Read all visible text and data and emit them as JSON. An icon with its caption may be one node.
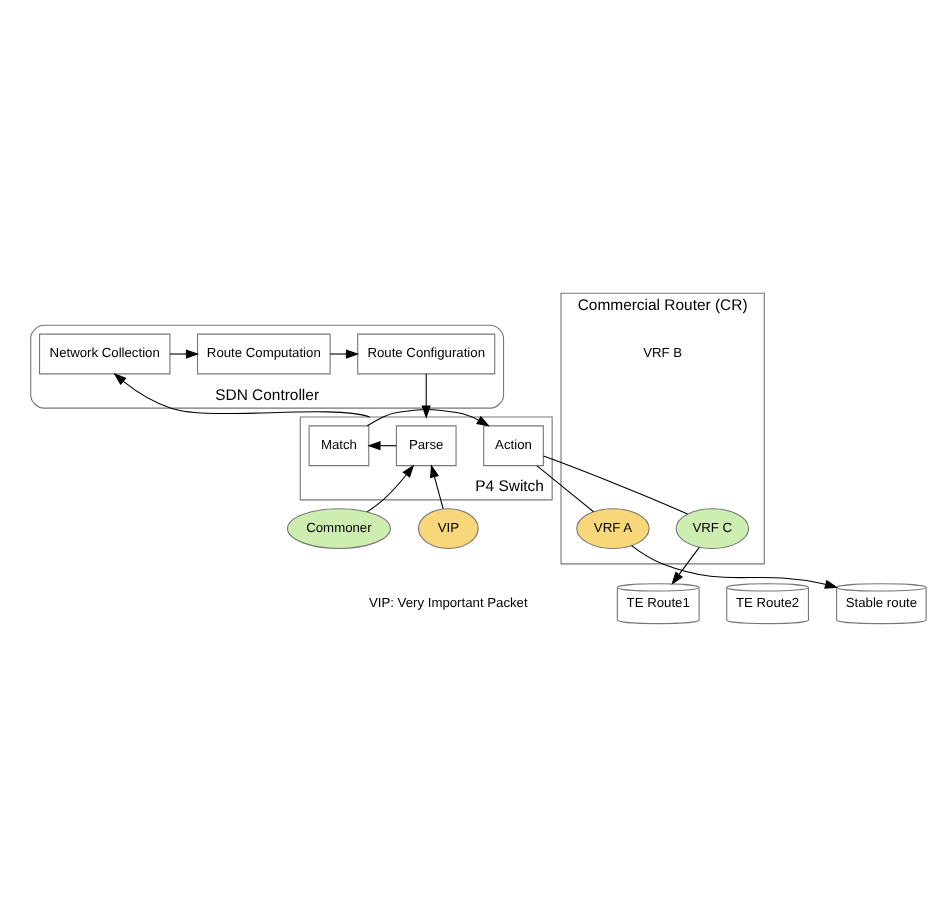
{
  "diagram": {
    "nodes": [
      {
        "text": [
          "SDN Controller"
        ]
      },
      {
        "text": [
          "Network Collection"
        ],
        "in": 0
      },
      {
        "text": [
          "Route Computation"
        ],
        "in": 0
      },
      {
        "text": [
          "Route Configuration"
        ],
        "in": 0
      },
      {
        "text": [
          "P4 Switch"
        ]
      },
      {
        "text": [
          "Parse"
        ],
        "in": 4
      },
      {
        "text": [
          "Match"
        ],
        "in": 4
      },
      {
        "text": [
          "Action"
        ],
        "in": 4
      },
      {
        "text": [
          "Commercial Router (CR)"
        ]
      },
      {
        "text": [
          "Commoner"
        ]
      },
      {
        "text": [
          "VIP"
        ]
      },
      {
        "text": [
          "VRF C"
        ],
        "in": 8
      },
      {
        "text": [
          "VRF A"
        ],
        "in": 8
      },
      {
        "text": [
          "TE Route1"
        ]
      },
      {
        "text": [
          "TE Route2"
        ]
      },
      {
        "text": [
          "Stable route"
        ]
      }
    ],
    "edges": [
      {
        "from": 1,
        "to": 2,
        "arrow": "to"
      },
      {
        "from": 2,
        "to": 3,
        "arrow": "to"
      },
      {
        "from": 3,
        "to": 4,
        "arrow": "to"
      },
      {
        "from": 4,
        "to": 1,
        "arrow": "to"
      },
      {
        "from": 5,
        "to": 6,
        "arrow": "to"
      },
      {
        "from": 6,
        "to": 7,
        "arrow": "to"
      },
      {
        "from": 9,
        "to": 5,
        "arrow": "to"
      },
      {
        "from": 10,
        "to": 5,
        "arrow": "to"
      },
      {
        "from": 7,
        "to": 11,
        "arrow": "none"
      },
      {
        "from": 7,
        "to": 12,
        "arrow": "none"
      },
      {
        "from": 11,
        "to": 13,
        "arrow": "to"
      },
      {
        "from": 12,
        "to": 15,
        "arrow": "to"
      }
    ],
    "labels": [
      "VRF B",
      "VIP: Very Important Packet"
    ]
  }
}
